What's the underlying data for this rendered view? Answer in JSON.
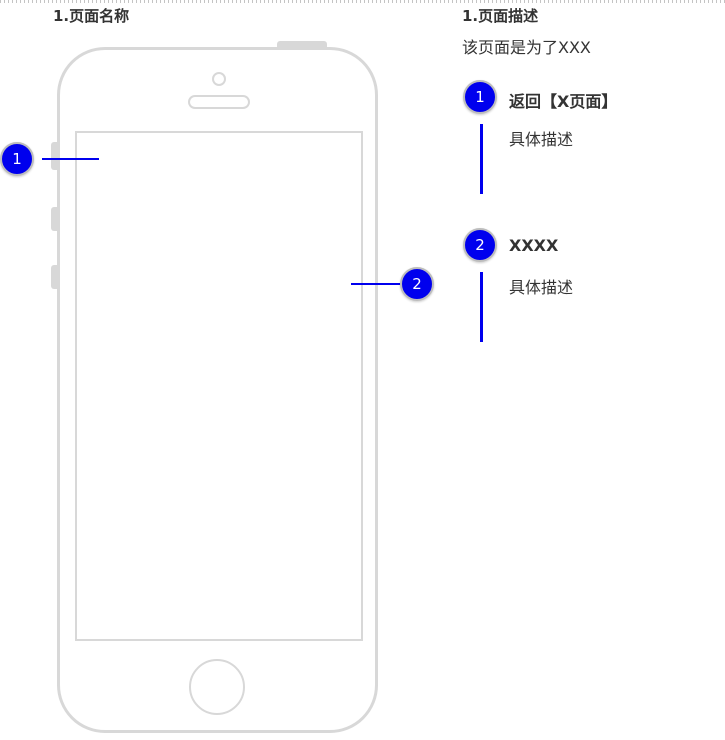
{
  "left_panel": {
    "title": "1.页面名称",
    "markers": [
      "1",
      "2"
    ]
  },
  "right_panel": {
    "title": "1.页面描述",
    "intro": "该页面是为了XXX",
    "items": [
      {
        "number": "1",
        "title": "返回【X页面】",
        "description": "具体描述"
      },
      {
        "number": "2",
        "title": "XXXX",
        "description": "具体描述"
      }
    ]
  },
  "colors": {
    "marker": "#0000ee",
    "phone_outline": "#d8d8d8",
    "text": "#333333"
  }
}
